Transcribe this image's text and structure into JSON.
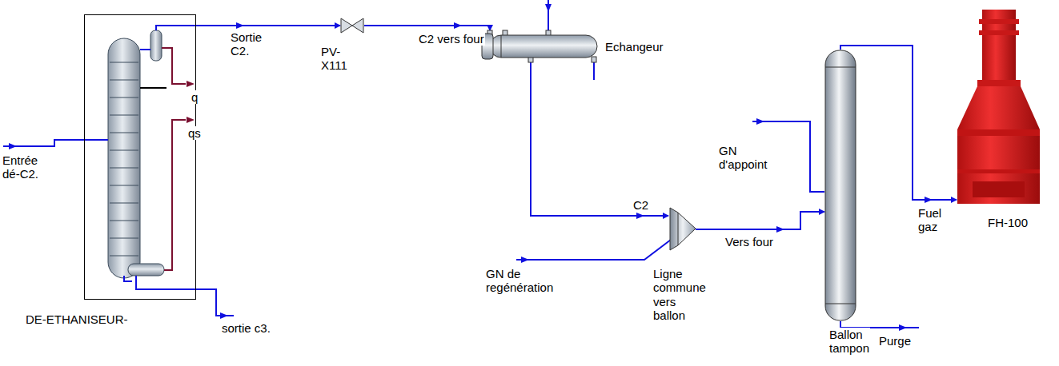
{
  "diagram": {
    "nodes": [
      {
        "text": [
          "DE-ETHANISEUR-"
        ]
      },
      {
        "text": [
          "PV-X111"
        ]
      },
      {
        "text": [
          "Echangeur"
        ]
      },
      {
        "text": [
          "Ligne commune vers ballon"
        ]
      },
      {
        "text": [
          "Ballon tampon"
        ]
      },
      {
        "text": [
          "FH-100"
        ]
      }
    ],
    "edges": [
      {
        "from": 0,
        "to": 1,
        "label": "Sortie C2.",
        "arrow": "to"
      },
      {
        "from": 1,
        "to": 2,
        "label": "C2 vers four",
        "arrow": "to"
      },
      {
        "from": 2,
        "to": 3,
        "label": "C2",
        "arrow": "to"
      },
      {
        "from": 3,
        "to": 4,
        "label": "Vers four",
        "arrow": "to"
      },
      {
        "from": 4,
        "to": 5,
        "label": "Fuel gaz",
        "arrow": "to"
      }
    ],
    "labels": [
      "Entrée dé-C2.",
      "q",
      "qs",
      "sortie c3.",
      "GN de regénération",
      "GN d'appoint",
      "Purge"
    ]
  }
}
